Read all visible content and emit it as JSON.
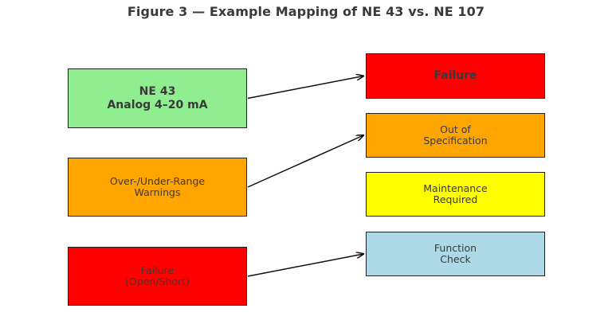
{
  "title": "Figure 3 — Example Mapping of NE 43 vs. NE 107",
  "left_boxes": [
    {
      "label": "NE 43\nAnalog 4–20 mA",
      "color": "#90ee90",
      "bold": true
    },
    {
      "label": "Over-/Under-Range\nWarnings",
      "color": "#ffa500",
      "bold": false
    },
    {
      "label": "Failure\n(Open/Short)",
      "color": "#ff0000",
      "bold": false
    }
  ],
  "right_boxes": [
    {
      "label": "Failure",
      "color": "#ff0000",
      "bold": true
    },
    {
      "label": "Out of\nSpecification",
      "color": "#ffa500",
      "bold": false
    },
    {
      "label": "Maintenance\nRequired",
      "color": "#ffff00",
      "bold": false
    },
    {
      "label": "Function\nCheck",
      "color": "#add8e6",
      "bold": false
    }
  ],
  "connections": [
    {
      "from": 0,
      "to": 0
    },
    {
      "from": 1,
      "to": 1
    },
    {
      "from": 2,
      "to": 3
    }
  ]
}
